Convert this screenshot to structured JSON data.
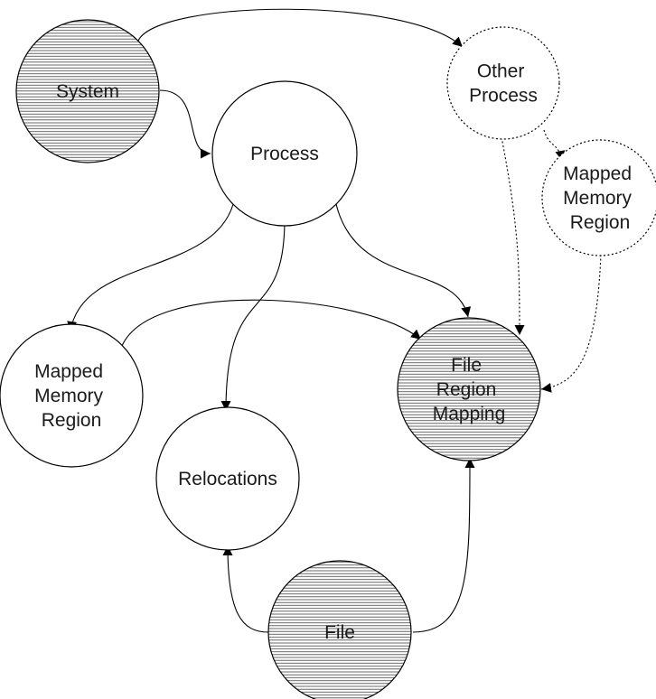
{
  "nodes": {
    "system": {
      "lines": [
        "System"
      ],
      "style": "hatched"
    },
    "process": {
      "lines": [
        "Process"
      ],
      "style": "solid"
    },
    "other_process": {
      "lines": [
        "Other",
        "Process"
      ],
      "style": "dotted"
    },
    "mapped_memory_region_other": {
      "lines": [
        "Mapped",
        "Memory",
        "Region"
      ],
      "style": "dotted"
    },
    "mapped_memory_region": {
      "lines": [
        "Mapped",
        "Memory",
        "Region"
      ],
      "style": "solid"
    },
    "file_region_mapping": {
      "lines": [
        "File",
        "Region",
        "Mapping"
      ],
      "style": "hatched"
    },
    "relocations": {
      "lines": [
        "Relocations"
      ],
      "style": "solid"
    },
    "file": {
      "lines": [
        "File"
      ],
      "style": "hatched"
    }
  },
  "edges": [
    {
      "from": "system",
      "to": "other_process",
      "style": "solid"
    },
    {
      "from": "system",
      "to": "process",
      "style": "solid"
    },
    {
      "from": "process",
      "to": "mapped_memory_region",
      "style": "solid"
    },
    {
      "from": "process",
      "to": "relocations",
      "style": "solid"
    },
    {
      "from": "process",
      "to": "file_region_mapping",
      "style": "solid"
    },
    {
      "from": "mapped_memory_region",
      "to": "file_region_mapping",
      "style": "solid"
    },
    {
      "from": "other_process",
      "to": "mapped_memory_region_other",
      "style": "dotted"
    },
    {
      "from": "other_process",
      "to": "file_region_mapping",
      "style": "dotted"
    },
    {
      "from": "mapped_memory_region_other",
      "to": "file_region_mapping",
      "style": "dotted"
    },
    {
      "from": "file",
      "to": "relocations",
      "style": "solid"
    },
    {
      "from": "file",
      "to": "file_region_mapping",
      "style": "solid"
    }
  ]
}
